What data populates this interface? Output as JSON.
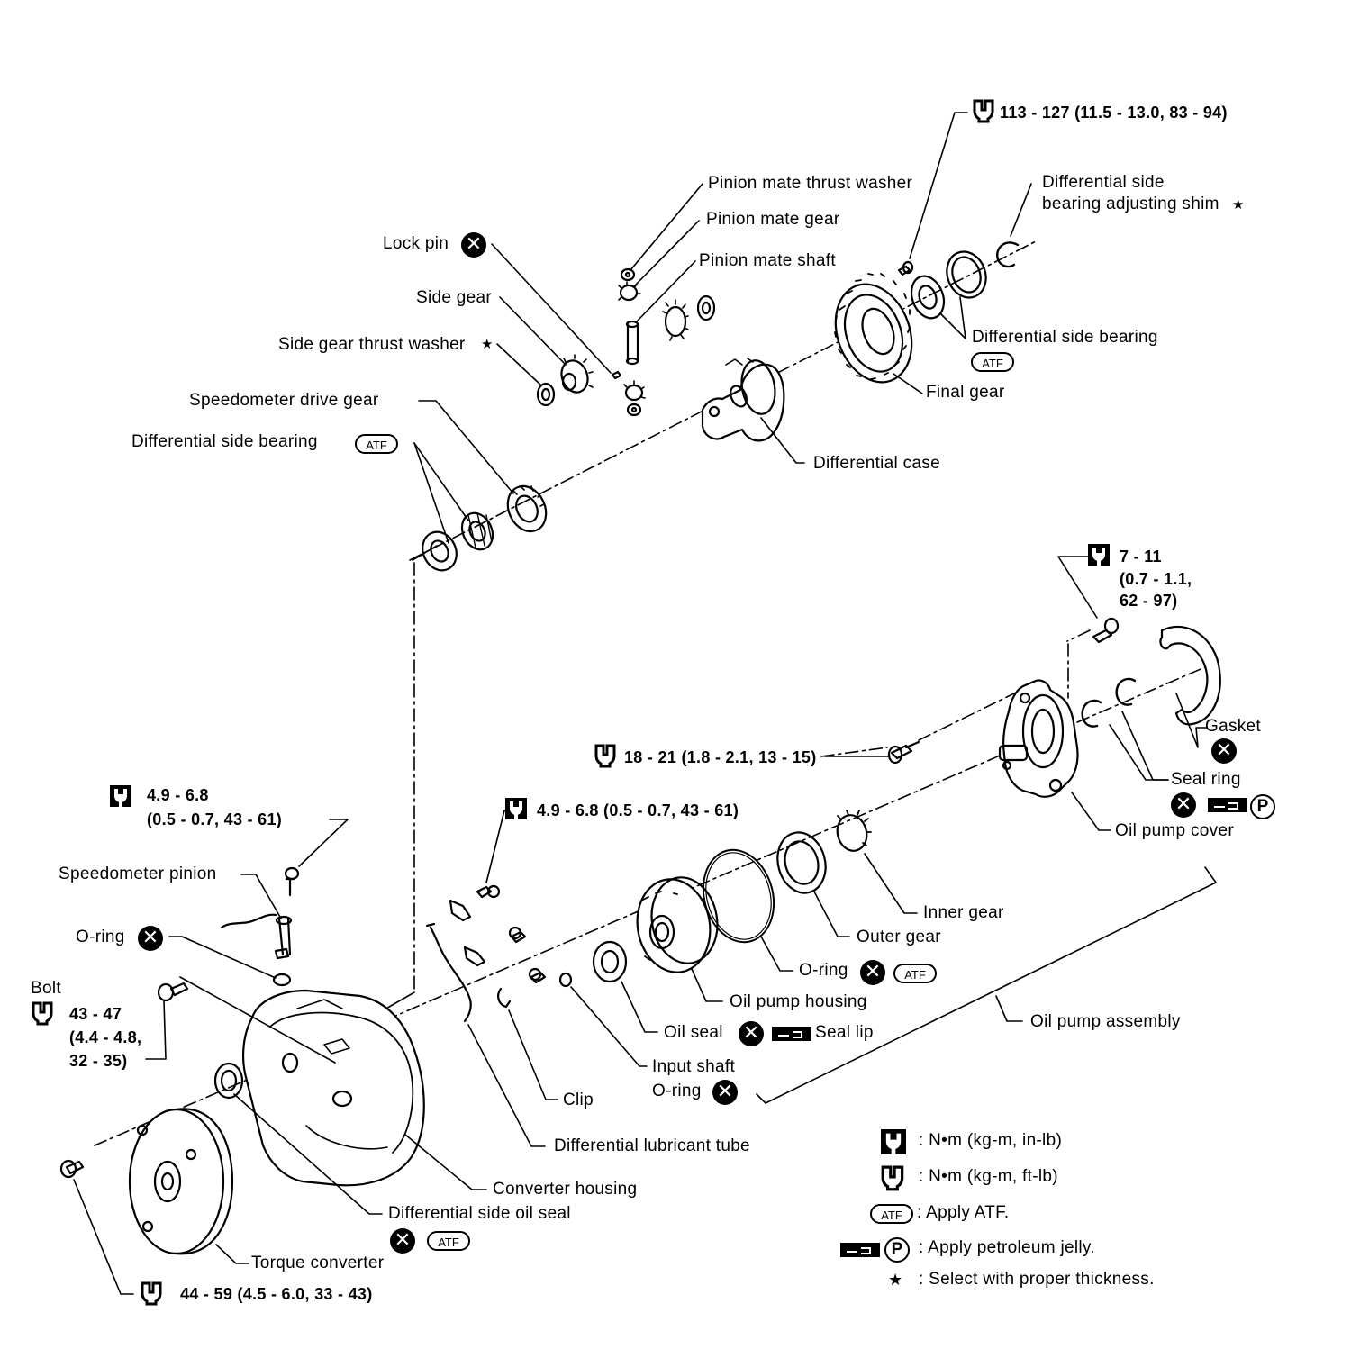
{
  "parts": {
    "pinion_mate_thrust_washer": "Pinion mate thrust washer",
    "pinion_mate_gear": "Pinion mate gear",
    "pinion_mate_shaft": "Pinion mate shaft",
    "lock_pin": "Lock pin",
    "side_gear": "Side gear",
    "side_gear_thrust_washer": "Side gear thrust washer",
    "speedometer_drive_gear": "Speedometer drive gear",
    "differential_side_bearing_left": "Differential side bearing",
    "differential_side_bearing_right": "Differential side bearing",
    "diff_side_bearing_shim_line1": "Differential side",
    "diff_side_bearing_shim_line2": "bearing adjusting shim",
    "final_gear": "Final gear",
    "differential_case": "Differential case",
    "gasket": "Gasket",
    "seal_ring": "Seal ring",
    "oil_pump_cover": "Oil pump cover",
    "inner_gear": "Inner gear",
    "outer_gear": "Outer gear",
    "o_ring_pump": "O-ring",
    "oil_pump_housing": "Oil pump housing",
    "oil_pump_assembly": "Oil pump assembly",
    "oil_seal": "Oil seal",
    "seal_lip": "Seal lip",
    "input_shaft_line1": "Input shaft",
    "input_shaft_line2": "O-ring",
    "clip": "Clip",
    "differential_lubricant_tube": "Differential lubricant tube",
    "converter_housing": "Converter housing",
    "differential_side_oil_seal": "Differential side oil seal",
    "torque_converter": "Torque converter",
    "speedometer_pinion": "Speedometer pinion",
    "o_ring_speedo": "O-ring",
    "bolt": "Bolt"
  },
  "torques": {
    "final_gear_bolt": "113 - 127 (11.5 - 13.0, 83 - 94)",
    "pump_cover_small_line1": "7 - 11",
    "pump_cover_small_line2": "(0.7 - 1.1,",
    "pump_cover_small_line3": "62 - 97)",
    "pump_cover_bolt": "18 - 21 (1.8 - 2.1, 13 - 15)",
    "tube_bracket_bolt": "4.9 - 6.8 (0.5 - 0.7, 43 - 61)",
    "speedo_bolt_line1": "4.9  -  6.8",
    "speedo_bolt_line2": "(0.5  -  0.7,  43  -  61)",
    "housing_bolt_line1": "43  -  47",
    "housing_bolt_line2": "(4.4  -  4.8,",
    "housing_bolt_line3": "32  -  35)",
    "converter_bolt": "44  -  59  (4.5  -  6.0,  33  -  43)"
  },
  "legend": {
    "nm_inlb": ":  N•m  (kg-m,  in-lb)",
    "nm_ftlb": ":  N•m  (kg-m,  ft-lb)",
    "apply_atf": ":  Apply  ATF.",
    "apply_jelly": ":  Apply  petroleum  jelly.",
    "select": ":  Select  with  proper  thickness."
  },
  "symbols": {
    "atf": "ATF",
    "petroleum": "P",
    "star": "★",
    "cross": "✕",
    "wrench_in_lb_icon": "wrench-in-lb-icon",
    "wrench_ft_lb_icon": "wrench-ft-lb-icon",
    "replace_icon": "replace-x-icon",
    "jelly_icon": "petroleum-jelly-icon"
  }
}
